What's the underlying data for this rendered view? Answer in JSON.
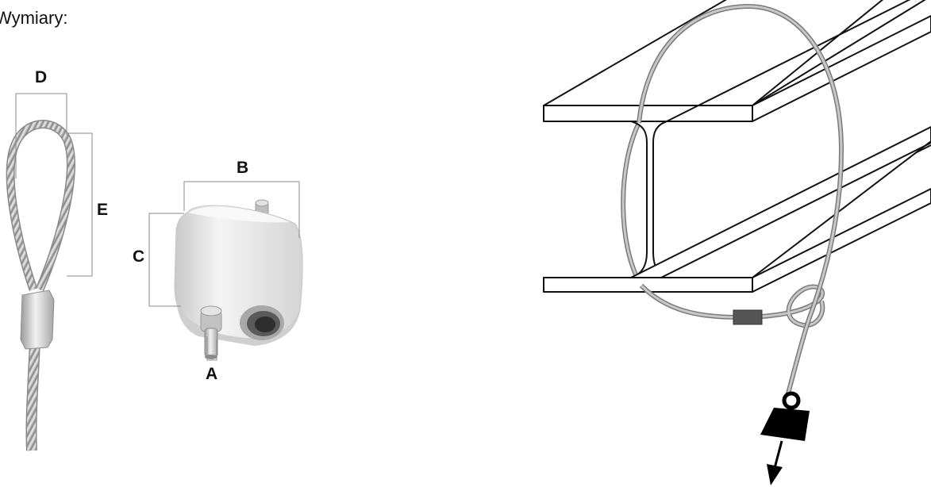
{
  "heading": "Wymiary:",
  "dimension_labels": {
    "a": "A",
    "b": "B",
    "c": "C",
    "d": "D",
    "e": "E"
  },
  "colors": {
    "cable": "#b8b8b8",
    "beam_outline": "#111111",
    "ferrule": "#555555",
    "gripper_body": "#e6e6e6"
  },
  "icons": [
    "cable-loop-icon",
    "cable-gripper-icon",
    "i-beam-icon",
    "weight-icon",
    "down-arrow-icon"
  ]
}
